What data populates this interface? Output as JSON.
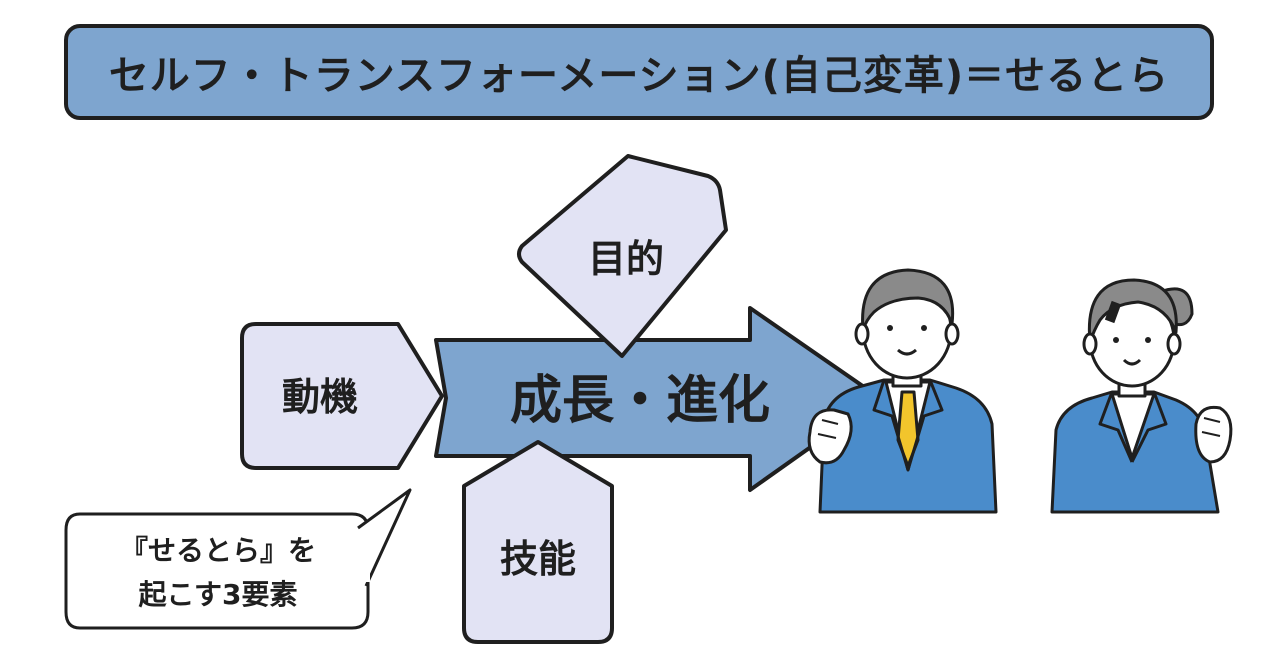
{
  "title": "セルフ・トランスフォーメーション(自己変革)＝せるとら",
  "center_label": "成長・進化",
  "purpose_label": "目的",
  "motive_label": "動機",
  "skill_label": "技能",
  "callout": {
    "line1": "『せるとら』を",
    "line2": "起こす3要素"
  },
  "colors": {
    "title_fill": "#7ea5cf",
    "arrow_fill": "#7ea5cf",
    "box_fill": "#e2e3f4",
    "outline": "#1f1f1f",
    "suit": "#4a8ccb",
    "hair": "#8a8a8a",
    "tie": "#f2c52c"
  },
  "icons": [
    "businessman-icon",
    "businesswoman-icon"
  ]
}
